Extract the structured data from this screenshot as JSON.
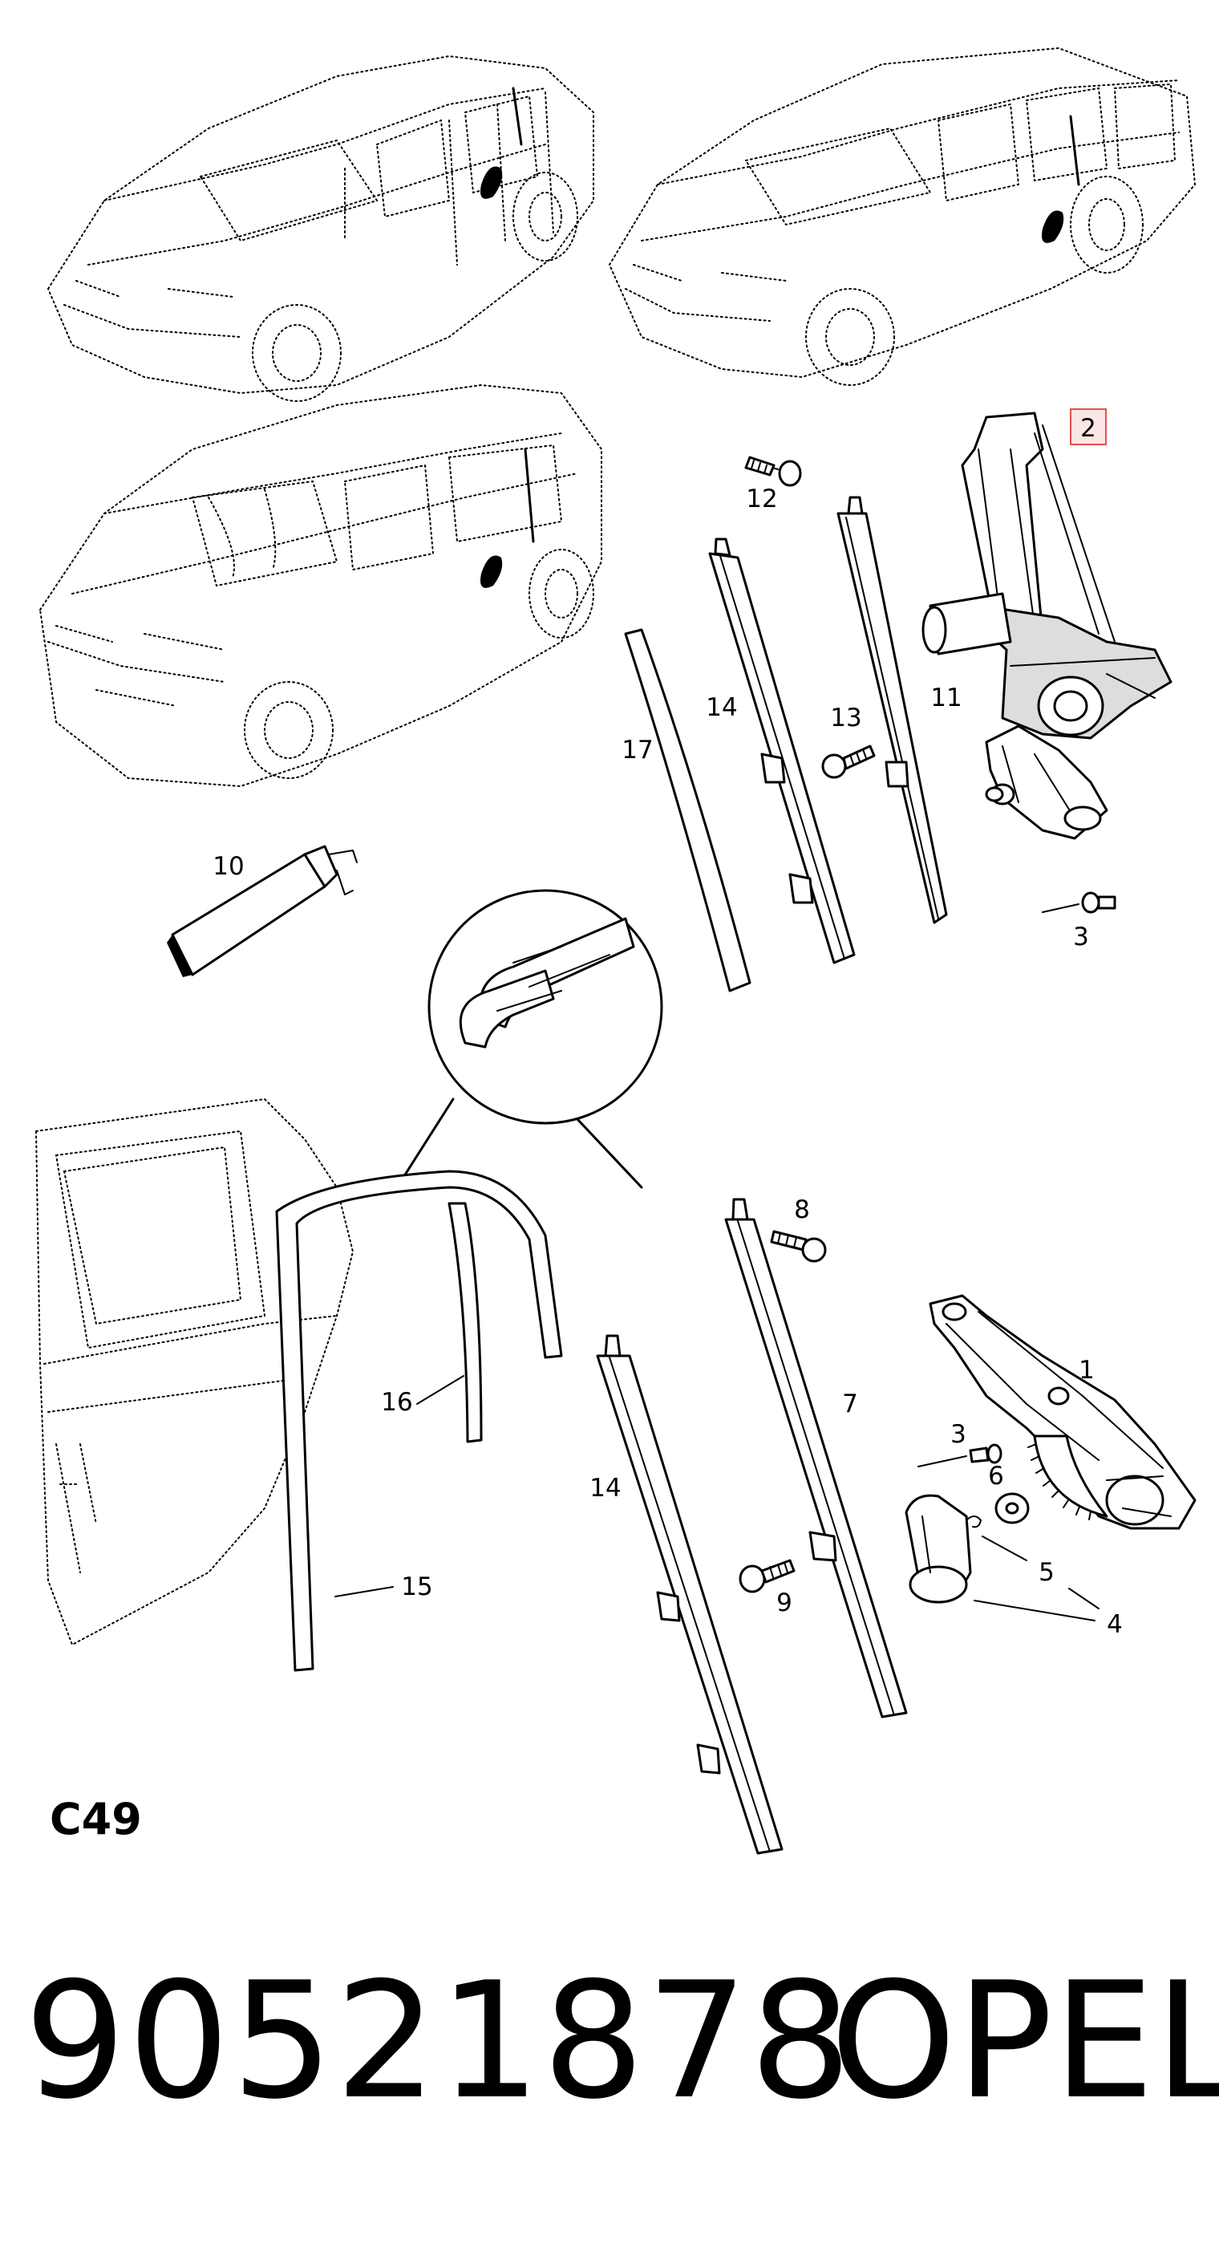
{
  "diagram": {
    "callouts": {
      "c1": "1",
      "c2": "2",
      "c3a": "3",
      "c3b": "3",
      "c4": "4",
      "c5": "5",
      "c6": "6",
      "c7": "7",
      "c8": "8",
      "c9": "9",
      "c10": "10",
      "c11": "11",
      "c12": "12",
      "c13": "13",
      "c14a": "14",
      "c14b": "14",
      "c15": "15",
      "c16": "16",
      "c17": "17"
    },
    "highlight_color": "#e05050",
    "code_label": "C49"
  },
  "footer": {
    "part_number": "90521878",
    "brand": "OPEL"
  }
}
